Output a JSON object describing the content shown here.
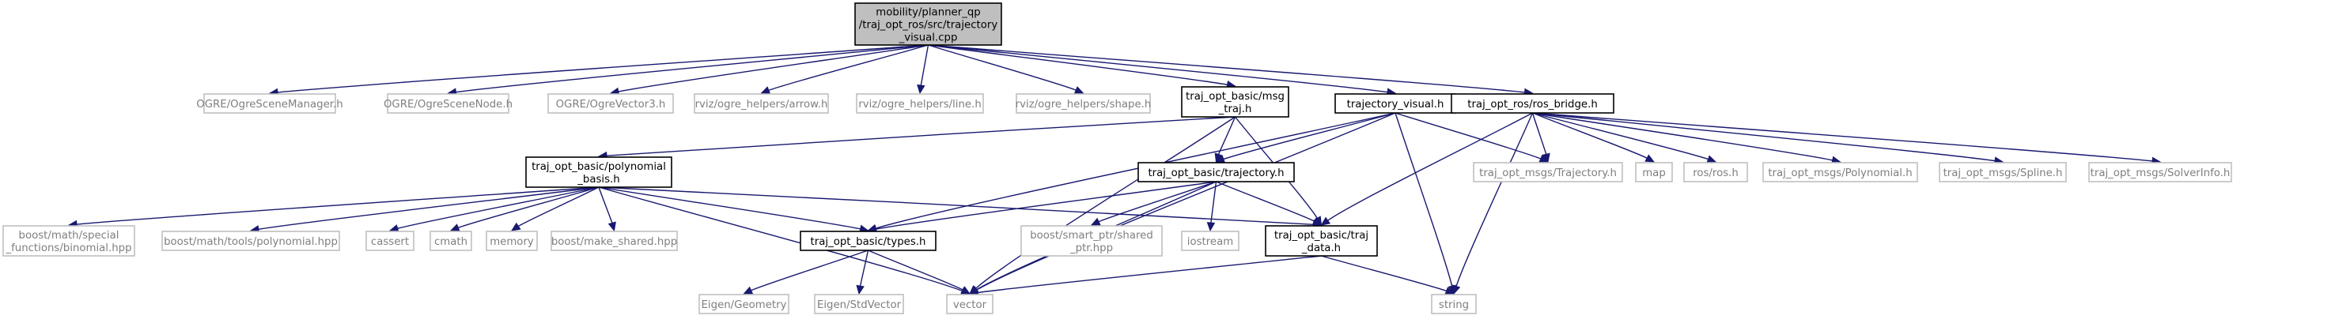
{
  "graph": {
    "root": "n0",
    "colors": {
      "edge": "#191970",
      "root_fill": "#bfbfbf",
      "local_border": "#000000",
      "system_border": "#bfbfbf",
      "system_text": "#7f7f7f"
    },
    "nodes": [
      {
        "id": "n0",
        "kind": "root",
        "lines": [
          "mobility/planner_qp",
          "/traj_opt_ros/src/trajectory",
          "_visual.cpp"
        ]
      },
      {
        "id": "n1",
        "kind": "system",
        "lines": [
          "OGRE/OgreSceneManager.h"
        ]
      },
      {
        "id": "n2",
        "kind": "system",
        "lines": [
          "OGRE/OgreSceneNode.h"
        ]
      },
      {
        "id": "n3",
        "kind": "system",
        "lines": [
          "OGRE/OgreVector3.h"
        ]
      },
      {
        "id": "n4",
        "kind": "system",
        "lines": [
          "rviz/ogre_helpers/arrow.h"
        ]
      },
      {
        "id": "n5",
        "kind": "system",
        "lines": [
          "rviz/ogre_helpers/line.h"
        ]
      },
      {
        "id": "n6",
        "kind": "system",
        "lines": [
          "rviz/ogre_helpers/shape.h"
        ]
      },
      {
        "id": "n7",
        "kind": "local",
        "lines": [
          "traj_opt_basic/msg",
          "_traj.h"
        ]
      },
      {
        "id": "n8",
        "kind": "local",
        "lines": [
          "trajectory_visual.h"
        ]
      },
      {
        "id": "n9",
        "kind": "local",
        "lines": [
          "traj_opt_ros/ros_bridge.h"
        ]
      },
      {
        "id": "n10",
        "kind": "local",
        "lines": [
          "traj_opt_basic/polynomial",
          "_basis.h"
        ]
      },
      {
        "id": "n11",
        "kind": "local",
        "lines": [
          "traj_opt_basic/trajectory.h"
        ]
      },
      {
        "id": "n12",
        "kind": "system",
        "lines": [
          "traj_opt_msgs/Trajectory.h"
        ]
      },
      {
        "id": "n13",
        "kind": "system",
        "lines": [
          "map"
        ]
      },
      {
        "id": "n14",
        "kind": "system",
        "lines": [
          "ros/ros.h"
        ]
      },
      {
        "id": "n15",
        "kind": "system",
        "lines": [
          "traj_opt_msgs/Polynomial.h"
        ]
      },
      {
        "id": "n16",
        "kind": "system",
        "lines": [
          "traj_opt_msgs/Spline.h"
        ]
      },
      {
        "id": "n17",
        "kind": "system",
        "lines": [
          "traj_opt_msgs/SolverInfo.h"
        ]
      },
      {
        "id": "n18",
        "kind": "system",
        "lines": [
          "boost/math/special",
          "_functions/binomial.hpp"
        ]
      },
      {
        "id": "n19",
        "kind": "system",
        "lines": [
          "boost/math/tools/polynomial.hpp"
        ]
      },
      {
        "id": "n20",
        "kind": "system",
        "lines": [
          "cassert"
        ]
      },
      {
        "id": "n21",
        "kind": "system",
        "lines": [
          "cmath"
        ]
      },
      {
        "id": "n22",
        "kind": "system",
        "lines": [
          "memory"
        ]
      },
      {
        "id": "n23",
        "kind": "system",
        "lines": [
          "boost/make_shared.hpp"
        ]
      },
      {
        "id": "n24",
        "kind": "local",
        "lines": [
          "traj_opt_basic/types.h"
        ]
      },
      {
        "id": "n25",
        "kind": "system",
        "lines": [
          "boost/smart_ptr/shared",
          "_ptr.hpp"
        ]
      },
      {
        "id": "n26",
        "kind": "system",
        "lines": [
          "iostream"
        ]
      },
      {
        "id": "n27",
        "kind": "local",
        "lines": [
          "traj_opt_basic/traj",
          "_data.h"
        ]
      },
      {
        "id": "n28",
        "kind": "system",
        "lines": [
          "Eigen/Geometry"
        ]
      },
      {
        "id": "n29",
        "kind": "system",
        "lines": [
          "Eigen/StdVector"
        ]
      },
      {
        "id": "n30",
        "kind": "system",
        "lines": [
          "vector"
        ]
      },
      {
        "id": "n31",
        "kind": "system",
        "lines": [
          "string"
        ]
      }
    ],
    "edges": [
      [
        "n0",
        "n1"
      ],
      [
        "n0",
        "n2"
      ],
      [
        "n0",
        "n3"
      ],
      [
        "n0",
        "n4"
      ],
      [
        "n0",
        "n5"
      ],
      [
        "n0",
        "n6"
      ],
      [
        "n0",
        "n7"
      ],
      [
        "n0",
        "n8"
      ],
      [
        "n0",
        "n9"
      ],
      [
        "n7",
        "n10"
      ],
      [
        "n7",
        "n11"
      ],
      [
        "n7",
        "n27"
      ],
      [
        "n7",
        "n30"
      ],
      [
        "n8",
        "n11"
      ],
      [
        "n8",
        "n12"
      ],
      [
        "n8",
        "n30"
      ],
      [
        "n8",
        "n31"
      ],
      [
        "n8",
        "n24"
      ],
      [
        "n9",
        "n12"
      ],
      [
        "n9",
        "n13"
      ],
      [
        "n9",
        "n14"
      ],
      [
        "n9",
        "n15"
      ],
      [
        "n9",
        "n16"
      ],
      [
        "n9",
        "n17"
      ],
      [
        "n9",
        "n27"
      ],
      [
        "n9",
        "n31"
      ],
      [
        "n10",
        "n18"
      ],
      [
        "n10",
        "n19"
      ],
      [
        "n10",
        "n20"
      ],
      [
        "n10",
        "n21"
      ],
      [
        "n10",
        "n22"
      ],
      [
        "n10",
        "n23"
      ],
      [
        "n10",
        "n24"
      ],
      [
        "n10",
        "n30"
      ],
      [
        "n10",
        "n27"
      ],
      [
        "n11",
        "n24"
      ],
      [
        "n11",
        "n25"
      ],
      [
        "n11",
        "n26"
      ],
      [
        "n11",
        "n27"
      ],
      [
        "n11",
        "n30"
      ],
      [
        "n24",
        "n28"
      ],
      [
        "n24",
        "n29"
      ],
      [
        "n24",
        "n30"
      ],
      [
        "n27",
        "n30"
      ],
      [
        "n27",
        "n31"
      ]
    ]
  }
}
